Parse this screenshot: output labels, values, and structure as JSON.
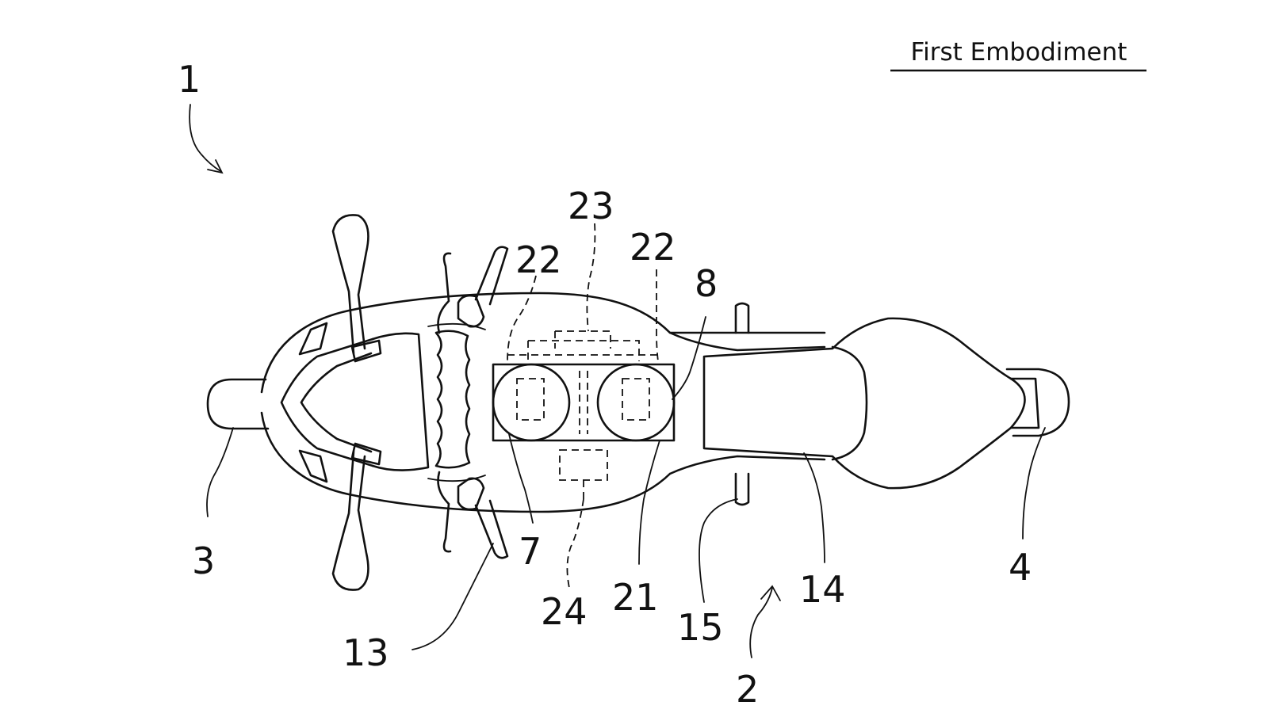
{
  "title": "First Embodiment",
  "reference_numerals": {
    "vehicle": "1",
    "vehicle_arrow_secondary": "2",
    "front_wheel": "3",
    "rear_wheel": "4",
    "left_unit": "7",
    "right_unit": "8",
    "handlebar": "13",
    "seat": "14",
    "footrest": "15",
    "casing": "21",
    "bracket_left": "22",
    "bracket_right": "22",
    "upper_connector": "23",
    "lower_connector": "24"
  }
}
